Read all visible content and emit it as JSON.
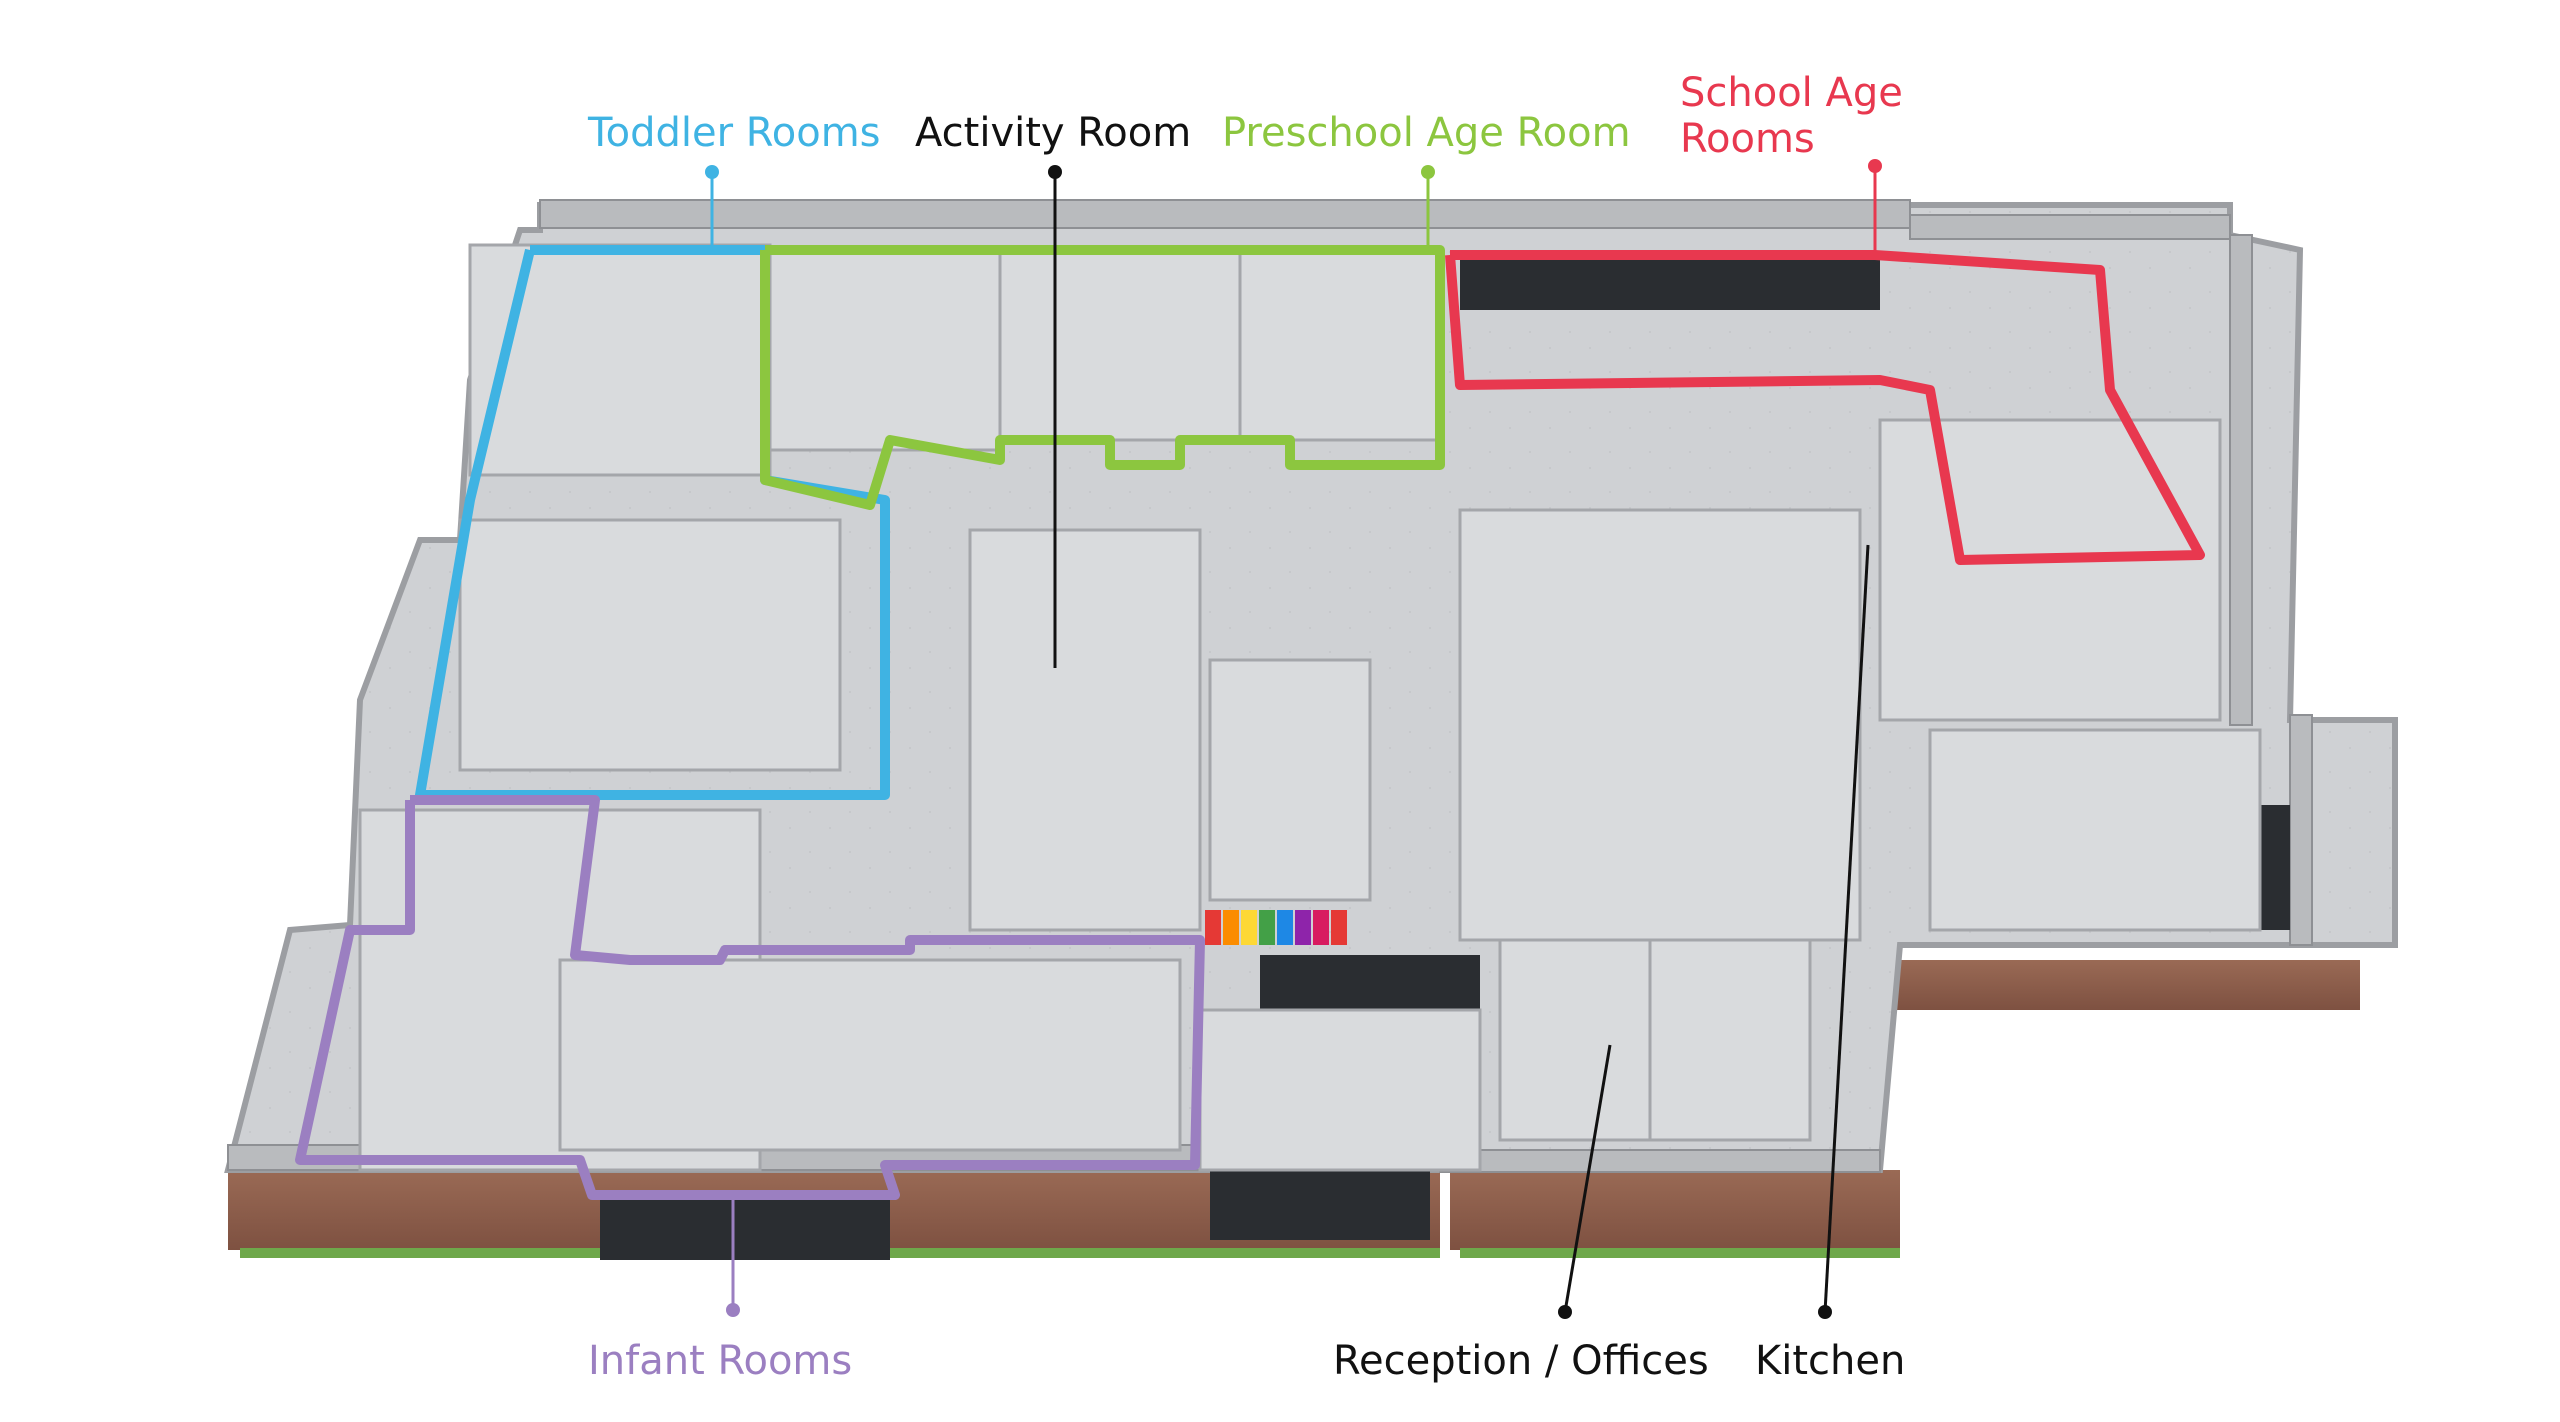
{
  "labels": {
    "toddler": "Toddler Rooms",
    "activity": "Activity Room",
    "preschool": "Preschool Age Room",
    "school_age": "School Age\nRooms",
    "infant": "Infant Rooms",
    "reception": "Reception / Offices",
    "kitchen": "Kitchen"
  },
  "colors": {
    "toddler": "#3fb3e3",
    "activity": "#111111",
    "preschool": "#8cc63f",
    "school_age": "#e8384f",
    "infant": "#9b7fc1",
    "reception": "#111111",
    "kitchen": "#111111"
  }
}
